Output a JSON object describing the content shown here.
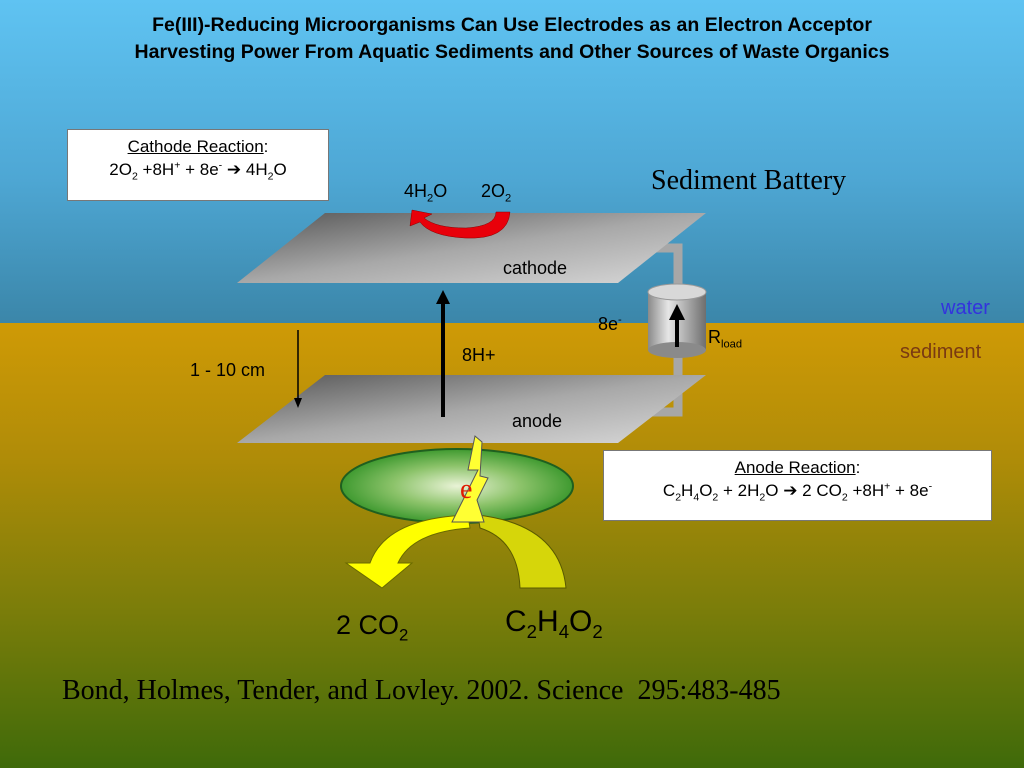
{
  "title": {
    "line1": "Fe(III)-Reducing Microorganisms Can Use Electrodes as an Electron Acceptor",
    "line2": "Harvesting Power From Aquatic Sediments and Other Sources of Waste Organics"
  },
  "cathode_box": {
    "heading": "Cathode Reaction",
    "colon": ":",
    "eq": {
      "a": "2O",
      "a_sub": "2",
      "b": " +8H",
      "b_sup": "+",
      "c": " + 8e",
      "c_sup": "-",
      "arrow": "➔",
      "d": " 4H",
      "d_sub": "2",
      "e": "O"
    }
  },
  "anode_box": {
    "heading": "Anode Reaction",
    "colon": ":",
    "eq": {
      "a": "C",
      "a_sub1": "2",
      "a2": "H",
      "a_sub2": "4",
      "a3": "O",
      "a_sub3": "2",
      "b": " + 2H",
      "b_sub": "2",
      "b2": "O ",
      "arrow": "➔",
      "c": " 2 CO",
      "c_sub": "2",
      "d": " +8H",
      "d_sup": "+",
      "e": " + 8e",
      "e_sup": "-"
    }
  },
  "sediment_battery_label": "Sediment Battery",
  "water_label": "water",
  "sediment_label": "sediment",
  "cathode_label": "cathode",
  "anode_label": "anode",
  "protons_label": "8H+",
  "electrons_label": {
    "base": "8e",
    "sup": "-"
  },
  "rload_label": {
    "base": "R",
    "sub": "load"
  },
  "distance_label": "1 - 10 cm",
  "water_product": {
    "a": "4H",
    "sub": "2",
    "b": "O"
  },
  "oxygen_reactant": {
    "a": "2O",
    "sub": "2"
  },
  "electron_symbol": "e",
  "co2_product": {
    "a": "2 CO",
    "sub": "2"
  },
  "acetate": {
    "a": "C",
    "s1": "2",
    "b": "H",
    "s2": "4",
    "c": "O",
    "s3": "2"
  },
  "citation": "Bond, Holmes, Tender, and Lovley. 2002. Science  295:483-485",
  "colors": {
    "water_label": "#3333dd",
    "sediment_label": "#7a3a12",
    "electron_symbol": "#e01a00",
    "red_arrow": "#e8000a",
    "yellow_arrow": "#ffff00",
    "olive_arrow": "#d6d60a",
    "bacteria_green": "#3f9a30"
  }
}
